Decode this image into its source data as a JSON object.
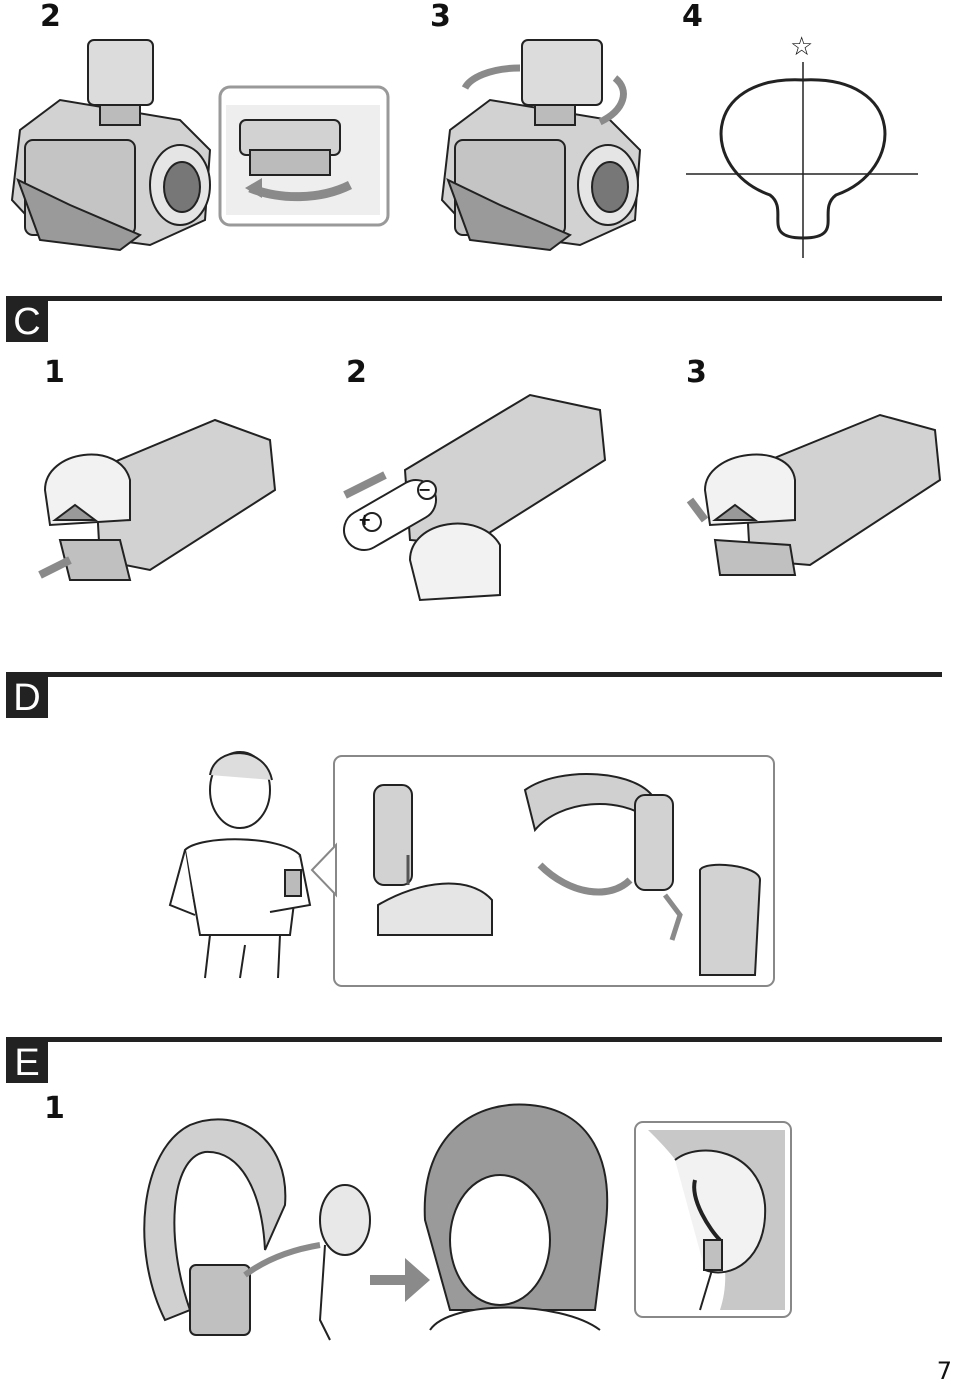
{
  "top_steps": [
    "2",
    "3",
    "4"
  ],
  "star_symbol": "☆",
  "sections": {
    "c": {
      "letter": "C",
      "steps": [
        "1",
        "2",
        "3"
      ]
    },
    "d": {
      "letter": "D"
    },
    "e": {
      "letter": "E",
      "steps": [
        "1"
      ]
    }
  },
  "battery_plus": "+",
  "battery_minus": "−",
  "page_number": "7",
  "colors": {
    "rule": "#222222",
    "device_gray": "#d2d2d2",
    "arrow_gray": "#8a8a8a",
    "outline": "#222222"
  }
}
